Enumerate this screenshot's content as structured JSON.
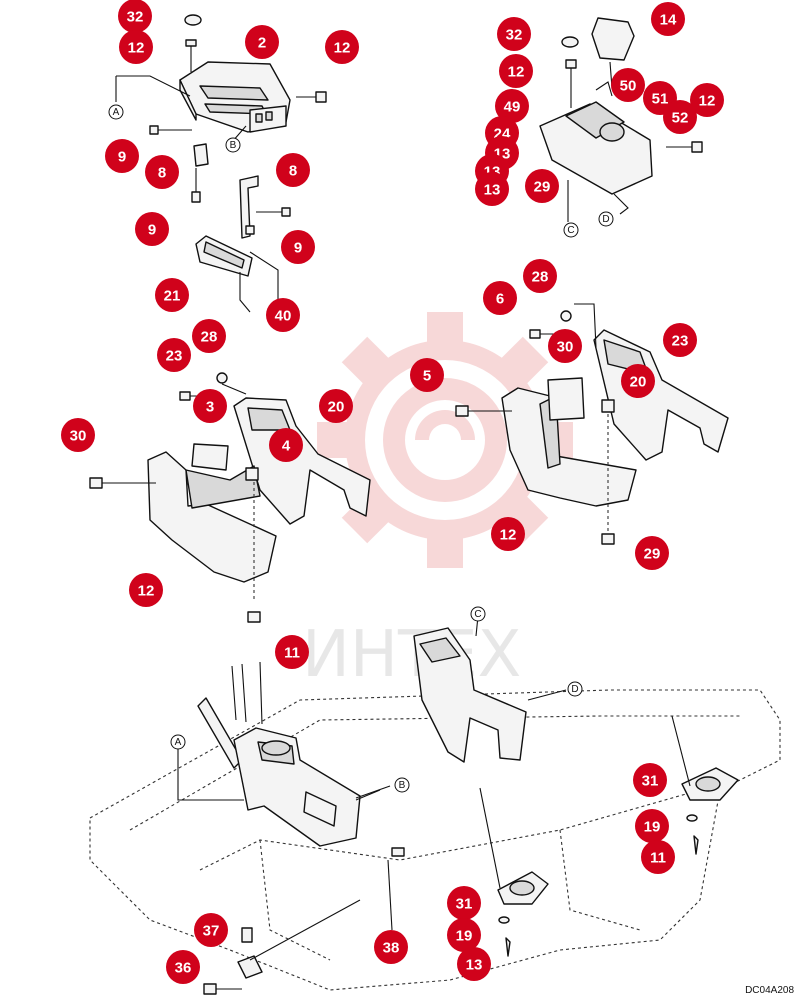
{
  "colors": {
    "callout": "#d0021b",
    "watermark": "#f2b9b9"
  },
  "watermark": {
    "name": "watermark-logo-icon",
    "text": "ИНТЕХ"
  },
  "drawing_code": "DC04A208",
  "callouts": [
    "32",
    "12",
    "2",
    "12",
    "9",
    "8",
    "8",
    "9",
    "9",
    "21",
    "40",
    "32",
    "14",
    "12",
    "50",
    "49",
    "51",
    "12",
    "52",
    "24",
    "13",
    "13",
    "13",
    "29",
    "28",
    "6",
    "23",
    "30",
    "20",
    "5",
    "12",
    "29",
    "28",
    "23",
    "3",
    "20",
    "30",
    "4",
    "12",
    "11",
    "31",
    "19",
    "11",
    "31",
    "19",
    "13",
    "38",
    "37",
    "36"
  ],
  "refs": [
    "A",
    "B",
    "C",
    "D",
    "A",
    "B",
    "C",
    "D"
  ]
}
